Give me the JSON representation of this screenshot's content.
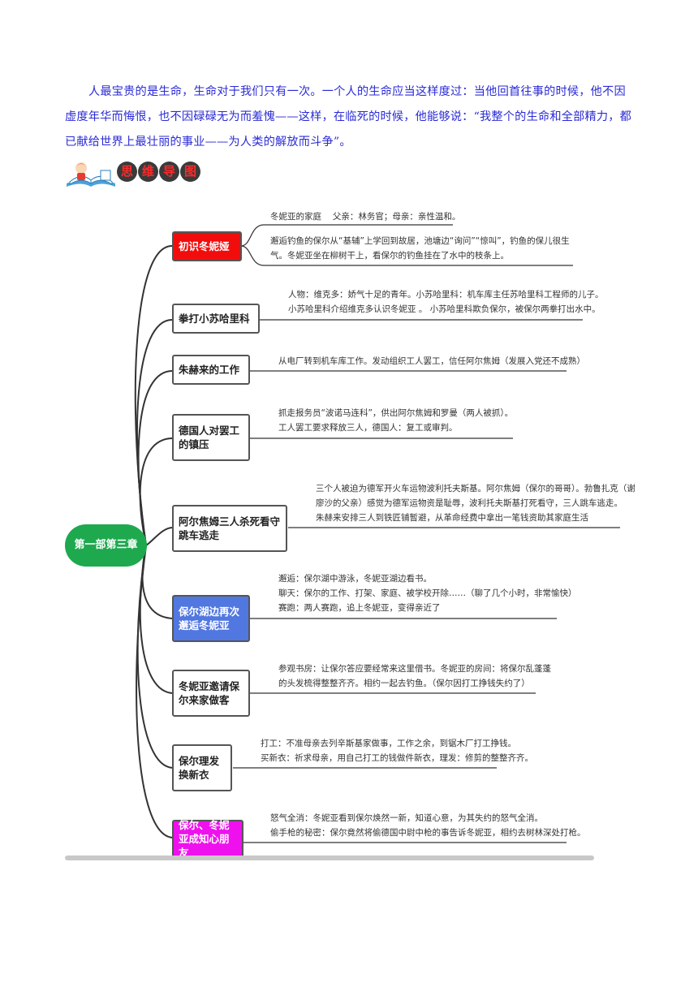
{
  "quote": "人最宝贵的是生命，生命对于我们只有一次。一个人的生命应当这样度过：当他回首往事的时候，他不因虚度年华而悔恨，也不因碌碌无为而羞愧——这样，在临死的时候，他能够说：“我整个的生命和全部精力，都已献给世界上最壮丽的事业——为人类的解放而斗争”。",
  "heading": {
    "chars": [
      "思",
      "维",
      "导",
      "图"
    ],
    "icon": "reading-child-book-icon"
  },
  "colors": {
    "quote": "#2b2bd6",
    "root": "#1ea94e",
    "red": "#f20d0d",
    "blue": "#5177e0",
    "magenta": "#ee11ee"
  },
  "mindmap": {
    "root": "第一部第三章",
    "branches": [
      {
        "label": "初识冬妮娅",
        "lines": [
          "冬妮亚的家庭　 父亲：林务官；母亲：亲性温和。",
          "邂逅钓鱼的保尔从“基辅”上学回到故居，池塘边“询问”“惊叫”，钓鱼的保儿很生",
          "气。冬妮亚坐在柳树干上，看保尔的钓鱼挂在了水中的枝条上。"
        ]
      },
      {
        "label": "拳打小苏哈里科",
        "lines": [
          "人物：维克多：娇气十足的青年。小苏哈里科：机车库主任苏哈里科工程师的儿子。",
          "小苏哈里科介绍维克多认识冬妮亚 。 小苏哈里科欺负保尔，被保尔两拳打出水中。"
        ]
      },
      {
        "label": "朱赫来的工作",
        "lines": [
          "从电厂转到机车库工作。发动组织工人罢工，信任阿尔焦姆（发展入党还不成熟）"
        ]
      },
      {
        "label": "德国人对罢工的镇压",
        "lines": [
          "抓走报务员“波诺马连科”，供出阿尔焦姆和罗曼（两人被抓）。",
          "工人罢工要求释放三人，德国人：复工或审判。"
        ]
      },
      {
        "label": "阿尔焦姆三人杀死看守跳车逃走",
        "lines": [
          "三个人被迫为德军开火车运物波利托夫斯基。阿尔焦姆（保尔的哥哥）。勃鲁扎克（谢",
          "廖沙的父亲）感觉为德军运物资是耻辱，波利托夫斯基打死看守，三人跳车逃走。",
          "朱赫来安排三人到铁匠铺暂避，从革命经费中拿出一笔钱资助其家庭生活"
        ]
      },
      {
        "label": "保尔湖边再次邂逅冬妮亚",
        "lines": [
          "邂逅：保尔湖中游泳，冬妮亚湖边看书。",
          "聊天：保尔的工作、打架、家庭、被学校开除……（聊了几个小时，非常愉快）",
          "赛跑：两人赛跑，追上冬妮亚，变得亲近了"
        ]
      },
      {
        "label": "冬妮亚邀请保尔来家做客",
        "lines": [
          "参观书房：让保尔答应要经常来这里借书。冬妮亚的房间：将保尔乱蓬蓬",
          "的头发梳得整整齐齐。相约一起去钓鱼。（保尔因打工挣钱失约了）"
        ]
      },
      {
        "label": "保尔理发换新衣",
        "lines": [
          "打工：不准母亲去列辛斯基家做事，工作之余，到锯木厂打工挣钱。",
          "买新衣：祈求母亲，用自己打工的钱做件新衣，理发：修剪的整整齐齐。"
        ]
      },
      {
        "label": "保尔、冬妮亚成知心朋友",
        "lines": [
          "怒气全消：冬妮亚看到保尔焕然一新，知道心意，为其失约的怒气全消。",
          "偷手枪的秘密：保尔竟然将偷德国中尉中枪的事告诉冬妮亚，相约去树林深处打枪。"
        ]
      }
    ]
  }
}
